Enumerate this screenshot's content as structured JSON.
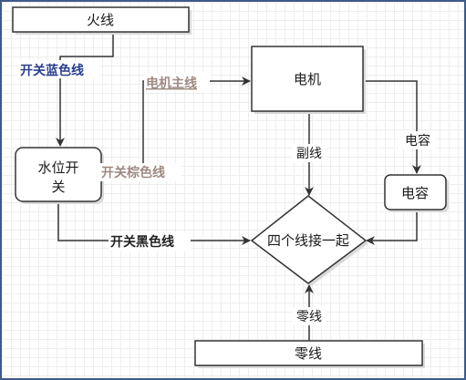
{
  "nodes": {
    "fire_wire": "火线",
    "water_switch_line1": "水位开",
    "water_switch_line2": "关",
    "motor": "电机",
    "capacitor": "电容",
    "junction": "四个线接一起",
    "neutral_wire": "零线"
  },
  "edges": {
    "switch_blue_wire": "开关蓝色线",
    "motor_main_wire": "电机主线",
    "switch_brown_wire": "开关棕色线",
    "switch_black_wire": "开关黑色线",
    "aux_wire": "副线",
    "capacitor_wire": "电容",
    "neutral_wire": "零线"
  },
  "colors": {
    "blue_label": "#2a3f8f",
    "brown_label": "#9d8a82",
    "black_label": "#222222",
    "line": "#333333",
    "frame": "#3f5b8a"
  }
}
